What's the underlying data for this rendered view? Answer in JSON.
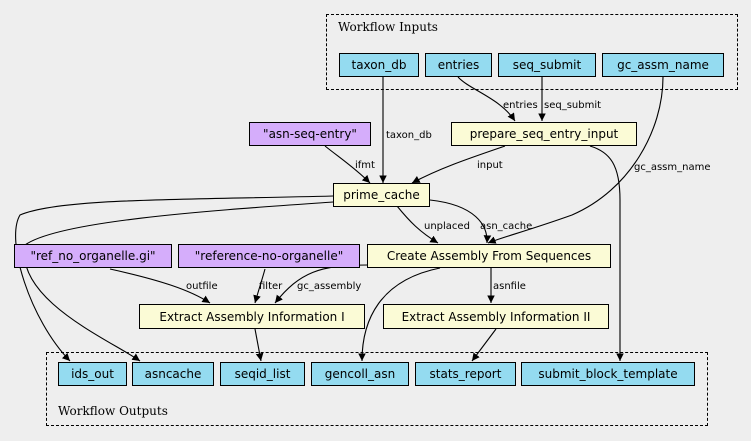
{
  "clusters": {
    "inputs": "Workflow Inputs",
    "outputs": "Workflow Outputs"
  },
  "nodes": {
    "taxon_db": "taxon_db",
    "entries": "entries",
    "seq_submit": "seq_submit",
    "gc_assm_name": "gc_assm_name",
    "asn_seq_entry": "\"asn-seq-entry\"",
    "prepare_seq_entry_input": "prepare_seq_entry_input",
    "prime_cache": "prime_cache",
    "ref_no_organelle_gi": "\"ref_no_organelle.gi\"",
    "reference_no_organelle": "\"reference-no-organelle\"",
    "create_assembly": "Create Assembly From Sequences",
    "extract_info_1": "Extract Assembly Information I",
    "extract_info_2": "Extract Assembly Information II",
    "ids_out": "ids_out",
    "asncache": "asncache",
    "seqid_list": "seqid_list",
    "gencoll_asn": "gencoll_asn",
    "stats_report": "stats_report",
    "submit_block_template": "submit_block_template"
  },
  "edges": {
    "entries": "entries",
    "seq_submit": "seq_submit",
    "taxon_db": "taxon_db",
    "ifmt": "ifmt",
    "input": "input",
    "gc_assm_name": "gc_assm_name",
    "unplaced": "unplaced",
    "asn_cache": "asn_cache",
    "outfile": "outfile",
    "filter": "filter",
    "gc_assembly": "gc_assembly",
    "asnfile": "asnfile"
  }
}
